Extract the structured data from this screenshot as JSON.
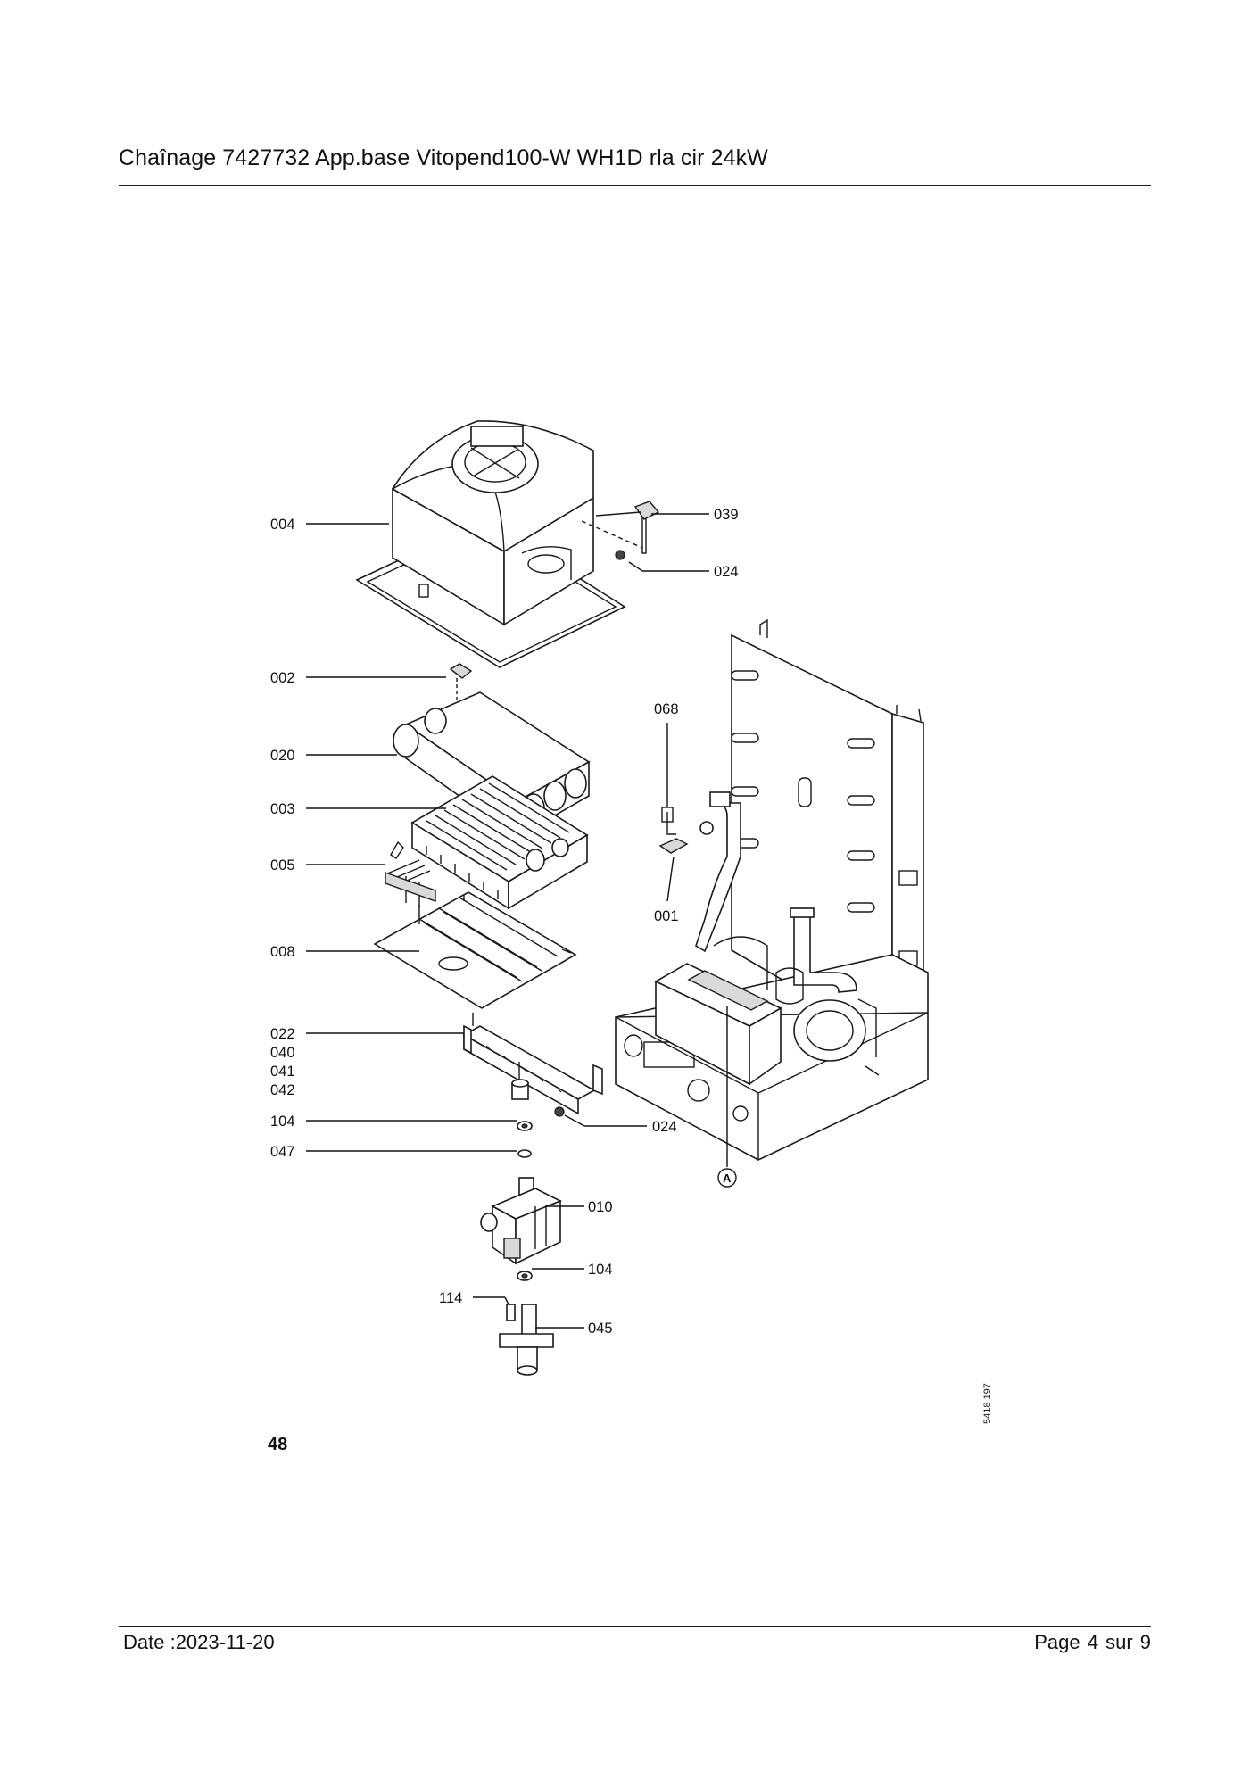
{
  "header": {
    "title": "Chaînage 7427732 App.base Vitopend100-W WH1D rla cir 24kW"
  },
  "figure": {
    "number": "48",
    "reference": "5418 197",
    "callouts": {
      "c004": "004",
      "c039": "039",
      "c024_top": "024",
      "c002": "002",
      "c020": "020",
      "c003": "003",
      "c005": "005",
      "c008": "008",
      "c022": "022",
      "c040": "040",
      "c041": "041",
      "c042": "042",
      "c104_top": "104",
      "c047": "047",
      "c010": "010",
      "c104_bottom": "104",
      "c114": "114",
      "c045": "045",
      "c068": "068",
      "c001": "001",
      "c024_mid": "024",
      "cA": "A"
    }
  },
  "footer": {
    "date": "Date :2023-11-20",
    "page": "Page 4 sur  9"
  }
}
